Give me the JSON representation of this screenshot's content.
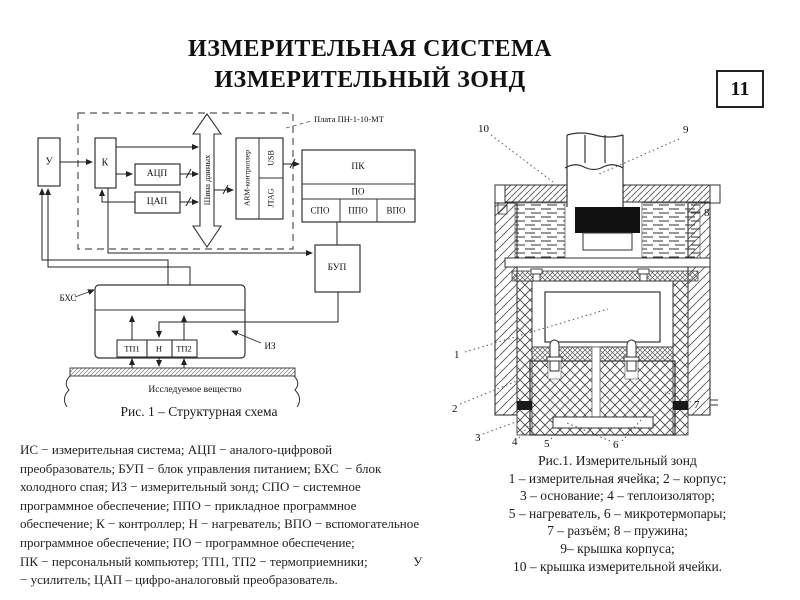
{
  "slide": {
    "title_line1": "ИЗМЕРИТЕЛЬНАЯ СИСТЕМА",
    "title_line2": "ИЗМЕРИТЕЛЬНЫЙ ЗОНД",
    "page_number": "11"
  },
  "block_diagram": {
    "board_label": "Плата ПН-1-10-МТ",
    "blocks": {
      "u": "У",
      "k": "К",
      "adc": "АЦП",
      "dac": "ЦАП",
      "bus": "Шина данных",
      "arm": "ARM-контроллер",
      "usb": "USB",
      "jtag": "JTAG",
      "pk": "ПК",
      "po": "ПО",
      "spo": "СПО",
      "ppo": "ППО",
      "vpo": "ВПО",
      "bup": "БУП",
      "bhs": "БХС",
      "iz": "ИЗ",
      "tp1": "ТП1",
      "n": "Н",
      "tp2": "ТП2"
    },
    "substance_label": "Исследуемое вещество",
    "caption": "Рис. 1 – Структурная схема"
  },
  "legend": {
    "lines": [
      "ИС − измерительная система; АЦП − аналого-цифровой",
      "преобразователь; БУП − блок управления питанием; БХС  − блок",
      "холодного спая; ИЗ − измерительный зонд; СПО − системное",
      "программное обеспечение; ППО − прикладное программное",
      "обеспечение; К − контроллер; Н − нагреватель; ВПО − вспомогательное",
      "программное обеспечение; ПО − программное обеспечение;",
      "ПК − персональный компьютер; ТП1, ТП2 − термоприемники;              У",
      "− усилитель; ЦАП – цифро-аналоговый преобразователь."
    ]
  },
  "probe": {
    "callouts": {
      "n1": "1",
      "n2": "2",
      "n3": "3",
      "n4": "4",
      "n5": "5",
      "n6": "6",
      "n7": "7",
      "n8": "8",
      "n9": "9",
      "n10": "10"
    },
    "caption_lines": [
      "Рис.1. Измерительный зонд",
      "1 – измерительная ячейка;  2 – корпус;",
      "3 – основание; 4 – теплоизолятор;",
      "5 – нагреватель, 6 – микротермопары;",
      "7 – разъём;  8 – пружина;",
      "9– крышка корпуса;",
      "10 – крышка измерительной ячейки."
    ]
  }
}
